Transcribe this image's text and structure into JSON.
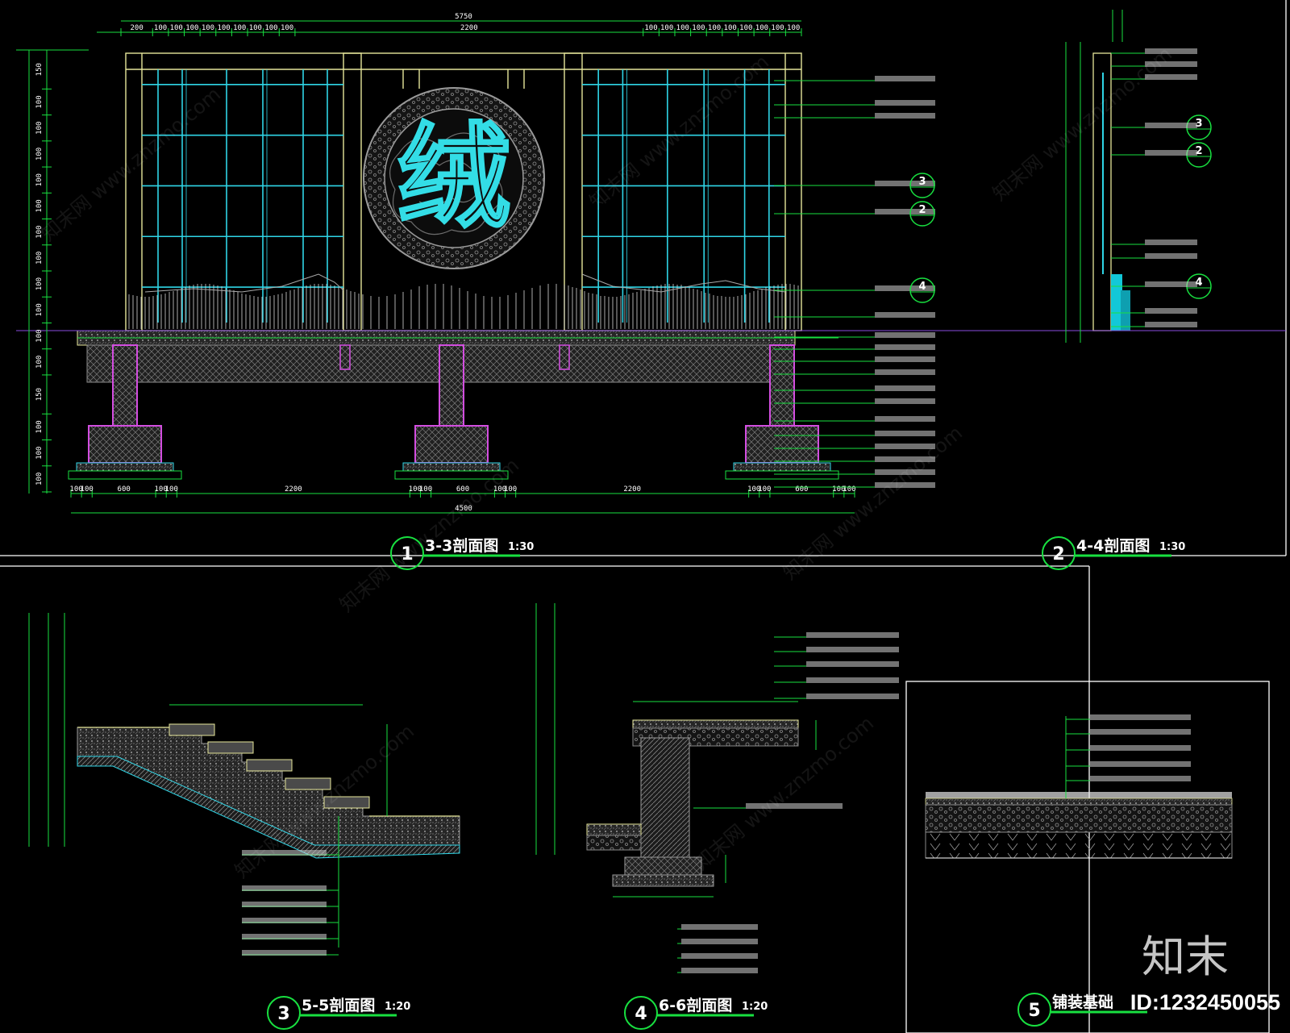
{
  "drawings": [
    {
      "num": "1",
      "title": "3-3剖面图",
      "scale": "1:30"
    },
    {
      "num": "2",
      "title": "4-4剖面图",
      "scale": "1:30"
    },
    {
      "num": "3",
      "title": "5-5剖面图",
      "scale": "1:20"
    },
    {
      "num": "4",
      "title": "6-6剖面图",
      "scale": "1:20"
    },
    {
      "num": "5",
      "title": "铺装基础",
      "scale": ""
    }
  ],
  "screen_glyph": "绒",
  "dimensions": {
    "top_row": [
      "200",
      "100",
      "100",
      "100",
      "100",
      "100",
      "100",
      "100",
      "100",
      "100",
      "2200",
      "100",
      "100",
      "100",
      "100",
      "100",
      "100",
      "100",
      "100",
      "100",
      "100"
    ],
    "top_total": "5750",
    "bottom_row": [
      "100",
      "100",
      "600",
      "100",
      "100",
      "2200",
      "100",
      "100",
      "600",
      "100",
      "100",
      "2200",
      "100",
      "100",
      "600",
      "100",
      "100"
    ],
    "bottom_total": "4500",
    "left_col": [
      "150",
      "100",
      "100",
      "100",
      "100",
      "100",
      "100",
      "100",
      "100",
      "100",
      "100",
      "100",
      "150",
      "100",
      "100",
      "100"
    ]
  },
  "callout_refs": [
    "3",
    "2",
    "4",
    "3",
    "2",
    "4"
  ],
  "watermark": "知末网 www.znzmo.com",
  "logo": "知末",
  "image_id": "ID:1232450055",
  "colors": {
    "background": "#000000",
    "line_green": "#18e040",
    "frame_yellow": "#e6e69a",
    "grid_cyan": "#2fd5e6",
    "pier_magenta": "#d34ee0",
    "hatch_grey": "#8a8a8a",
    "border_white": "#ffffff"
  }
}
